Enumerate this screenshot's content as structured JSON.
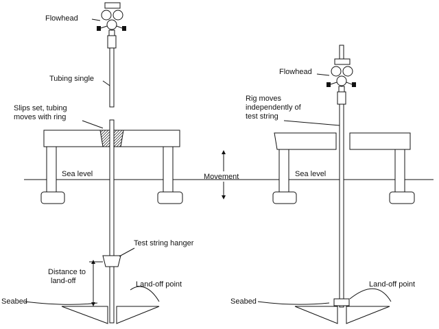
{
  "labels": {
    "flowhead_left": "Flowhead",
    "tubing_single": "Tubing single",
    "slips_line1": "Slips set, tubing",
    "slips_line2": "moves with ring",
    "sea_level_left": "Sea level",
    "movement": "Movement",
    "test_string_hanger": "Test string hanger",
    "distance_line1": "Distance to",
    "distance_line2": "land-off",
    "land_off_left": "Land-off point",
    "seabed_left": "Seabed",
    "flowhead_right": "Flowhead",
    "rig_line1": "Rig moves",
    "rig_line2": "independently of",
    "rig_line3": "test string",
    "sea_level_right": "Sea level",
    "land_off_right": "Land-off point",
    "seabed_right": "Seabed"
  }
}
